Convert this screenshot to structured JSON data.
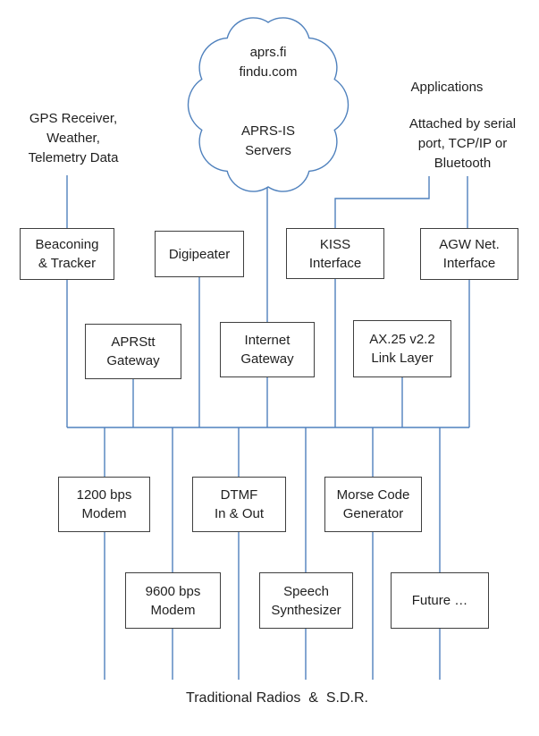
{
  "colors": {
    "connector_blue": "#4f81bd",
    "box_border": "#3f3f3f",
    "text": "#1f1f1f"
  },
  "cloud": {
    "top_label": "aprs.fi\nfindu.com",
    "bottom_label": "APRS-IS\nServers"
  },
  "annotations": {
    "gps": "GPS Receiver,\nWeather,\nTelemetry Data",
    "applications": "Applications",
    "attached": "Attached by serial\nport, TCP/IP or\nBluetooth",
    "bottom": "Traditional Radios  &  S.D.R."
  },
  "boxes": [
    {
      "id": "beaconing-tracker",
      "label": "Beaconing\n& Tracker"
    },
    {
      "id": "digipeater",
      "label": "Digipeater"
    },
    {
      "id": "kiss-interface",
      "label": "KISS\nInterface"
    },
    {
      "id": "agw-net-interface",
      "label": "AGW Net.\nInterface"
    },
    {
      "id": "aprstt-gateway",
      "label": "APRStt\nGateway"
    },
    {
      "id": "internet-gateway",
      "label": "Internet\nGateway"
    },
    {
      "id": "ax25-link-layer",
      "label": "AX.25 v2.2\nLink Layer"
    },
    {
      "id": "modem-1200",
      "label": "1200 bps\nModem"
    },
    {
      "id": "dtmf-in-out",
      "label": "DTMF\nIn & Out"
    },
    {
      "id": "morse-code-generator",
      "label": "Morse Code\nGenerator"
    },
    {
      "id": "modem-9600",
      "label": "9600 bps\nModem"
    },
    {
      "id": "speech-synthesizer",
      "label": "Speech\nSynthesizer"
    },
    {
      "id": "future",
      "label": "Future …"
    }
  ]
}
